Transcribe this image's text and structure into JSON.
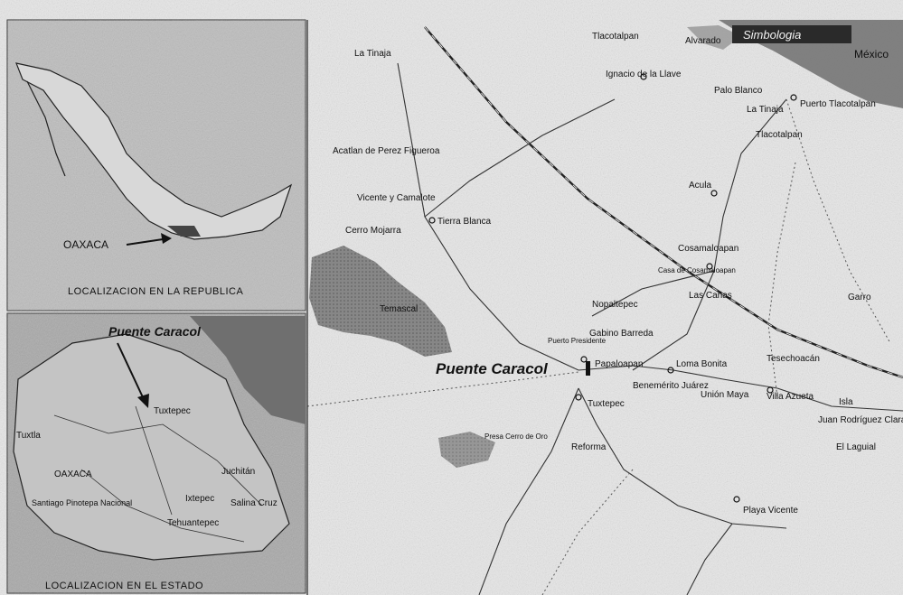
{
  "inset_republic": {
    "state_label": "OAXACA",
    "caption": "LOCALIZACION EN LA REPUBLICA"
  },
  "inset_state": {
    "site_label": "Puente Caracol",
    "caption": "LOCALIZACION EN EL ESTADO",
    "places": [
      "Tuxtepec",
      "OAXACA",
      "Tuxtla",
      "Santiago Pinotepa Nacional",
      "Juchitán",
      "Salina Cruz",
      "Ixtepec",
      "Tehuantepec"
    ]
  },
  "legend": {
    "title": "Simbologia"
  },
  "main_map": {
    "site_label": "Puente Caracol",
    "places": {
      "p1": "La Tinaja",
      "p2": "Tlacotalpan",
      "p3": "Ignacio de la Llave",
      "p4": "Alvarado",
      "p5": "Palo Blanco",
      "p6": "La Tinaja",
      "p7": "Puerto Tlacotalpan",
      "p8": "Tlacotalpan",
      "p9": "Acatlan de Perez Figueroa",
      "p10": "Vicente y Camalote",
      "p11": "Tierra Blanca",
      "p12": "Cerro Mojarra",
      "p13": "Acula",
      "p14": "Cosamaloapan",
      "p15": "Casa de Cosamaloapan",
      "p16": "Las Cañas",
      "p17": "Garro",
      "p18": "Temascal",
      "p19": "Nopaltepec",
      "p20": "Puerto Presidente",
      "p21": "Gabino Barreda",
      "p22": "Papaloapan",
      "p23": "Loma Bonita",
      "p24": "Tesechoacán",
      "p25": "Benemérito Juárez",
      "p26": "Tuxtepec",
      "p27": "Unión Maya",
      "p28": "Villa Azueta",
      "p29": "Isla",
      "p30": "Juan Rodríguez Clara",
      "p31": "El Laguial",
      "p32": "Presa Cerro de Oro",
      "p33": "Reforma",
      "p34": "Playa Vicente",
      "p35": "México"
    }
  },
  "colors": {
    "water": "#7a7a7a",
    "land": "#e6e6e6",
    "ink": "#151515",
    "legend_bg": "#2a2a2a"
  }
}
